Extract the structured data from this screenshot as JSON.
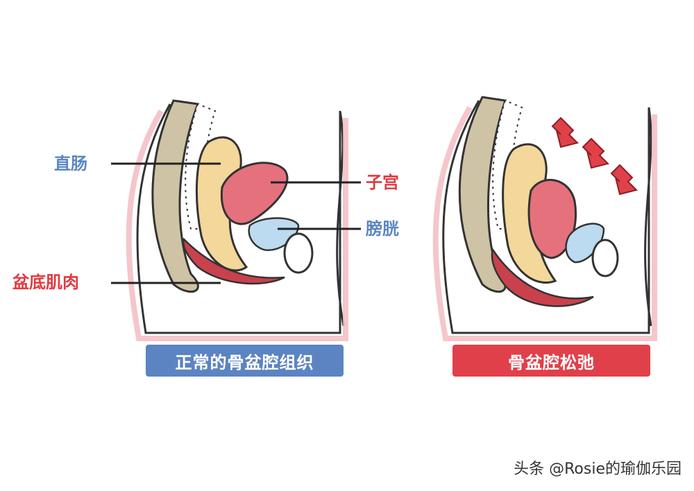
{
  "diagram": {
    "labels": {
      "rectum": "直肠",
      "uterus": "子宫",
      "bladder": "膀胱",
      "pelvic_floor": "盆底肌肉"
    },
    "captions": {
      "normal": "正常的骨盆腔组织",
      "relaxed": "骨盆腔松弛"
    }
  },
  "watermark": "头条 @Rosie的瑜伽乐园",
  "colors": {
    "label_blue": "#5b86c0",
    "label_red": "#e2393f",
    "caption_blue": "#5c84c2",
    "caption_red": "#e0404a",
    "spine": "#cfc3a5",
    "rectum": "#f4d79a",
    "uterus": "#e5717d",
    "bladder": "#bcdaf0",
    "muscle": "#c9414d",
    "skin": "#f2b8be"
  }
}
